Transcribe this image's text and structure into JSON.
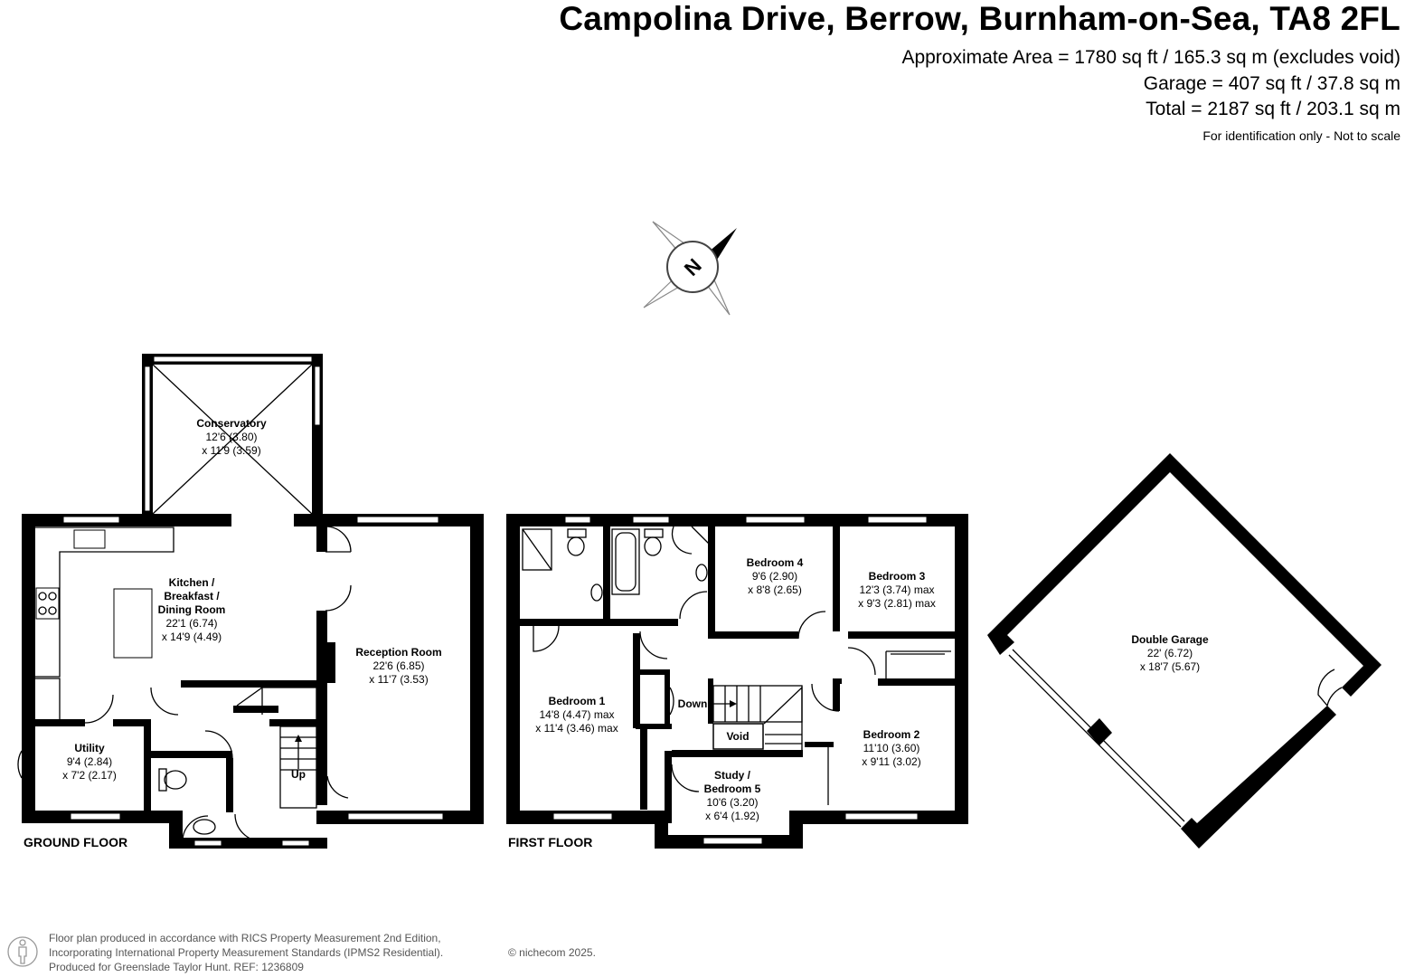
{
  "header": {
    "title": "Campolina Drive, Berrow, Burnham-on-Sea, TA8 2FL",
    "approx_area": "Approximate Area = 1780 sq ft / 165.3 sq m (excludes void)",
    "garage_area": "Garage = 407 sq ft / 37.8 sq m",
    "total_area": "Total = 2187 sq ft / 203.1 sq m",
    "note": "For identification only - Not to scale"
  },
  "compass": {
    "letter": "N",
    "icon": "compass-rose-icon"
  },
  "floors": {
    "ground": "GROUND FLOOR",
    "first": "FIRST FLOOR"
  },
  "rooms": {
    "conservatory": {
      "name": "Conservatory",
      "dim1": "12'6 (3.80)",
      "dim2": "x 11'9 (3.59)"
    },
    "kitchen": {
      "name1": "Kitchen /",
      "name2": "Breakfast /",
      "name3": "Dining Room",
      "dim1": "22'1 (6.74)",
      "dim2": "x 14'9 (4.49)"
    },
    "reception": {
      "name": "Reception Room",
      "dim1": "22'6 (6.85)",
      "dim2": "x 11'7 (3.53)"
    },
    "utility": {
      "name": "Utility",
      "dim1": "9'4 (2.84)",
      "dim2": "x 7'2 (2.17)"
    },
    "bedroom4": {
      "name": "Bedroom 4",
      "dim1": "9'6 (2.90)",
      "dim2": "x 8'8 (2.65)"
    },
    "bedroom3": {
      "name": "Bedroom 3",
      "dim1": "12'3 (3.74) max",
      "dim2": "x 9'3 (2.81) max"
    },
    "bedroom1": {
      "name": "Bedroom 1",
      "dim1": "14'8 (4.47) max",
      "dim2": "x 11'4 (3.46) max"
    },
    "bedroom2": {
      "name": "Bedroom 2",
      "dim1": "11'10 (3.60)",
      "dim2": "x 9'11 (3.02)"
    },
    "study": {
      "name1": "Study /",
      "name2": "Bedroom 5",
      "dim1": "10'6 (3.20)",
      "dim2": "x 6'4 (1.92)"
    },
    "garage": {
      "name": "Double Garage",
      "dim1": "22' (6.72)",
      "dim2": "x 18'7 (5.67)"
    }
  },
  "stairs": {
    "up": "Up",
    "down": "Down",
    "void": "Void"
  },
  "footer": {
    "line1": "Floor plan produced in accordance with RICS Property Measurement 2nd Edition,",
    "line2": "Incorporating International Property Measurement Standards (IPMS2 Residential).",
    "line3": "Produced for Greenslade Taylor Hunt.   REF: 1236809",
    "copyright": "© nichecom 2025."
  }
}
